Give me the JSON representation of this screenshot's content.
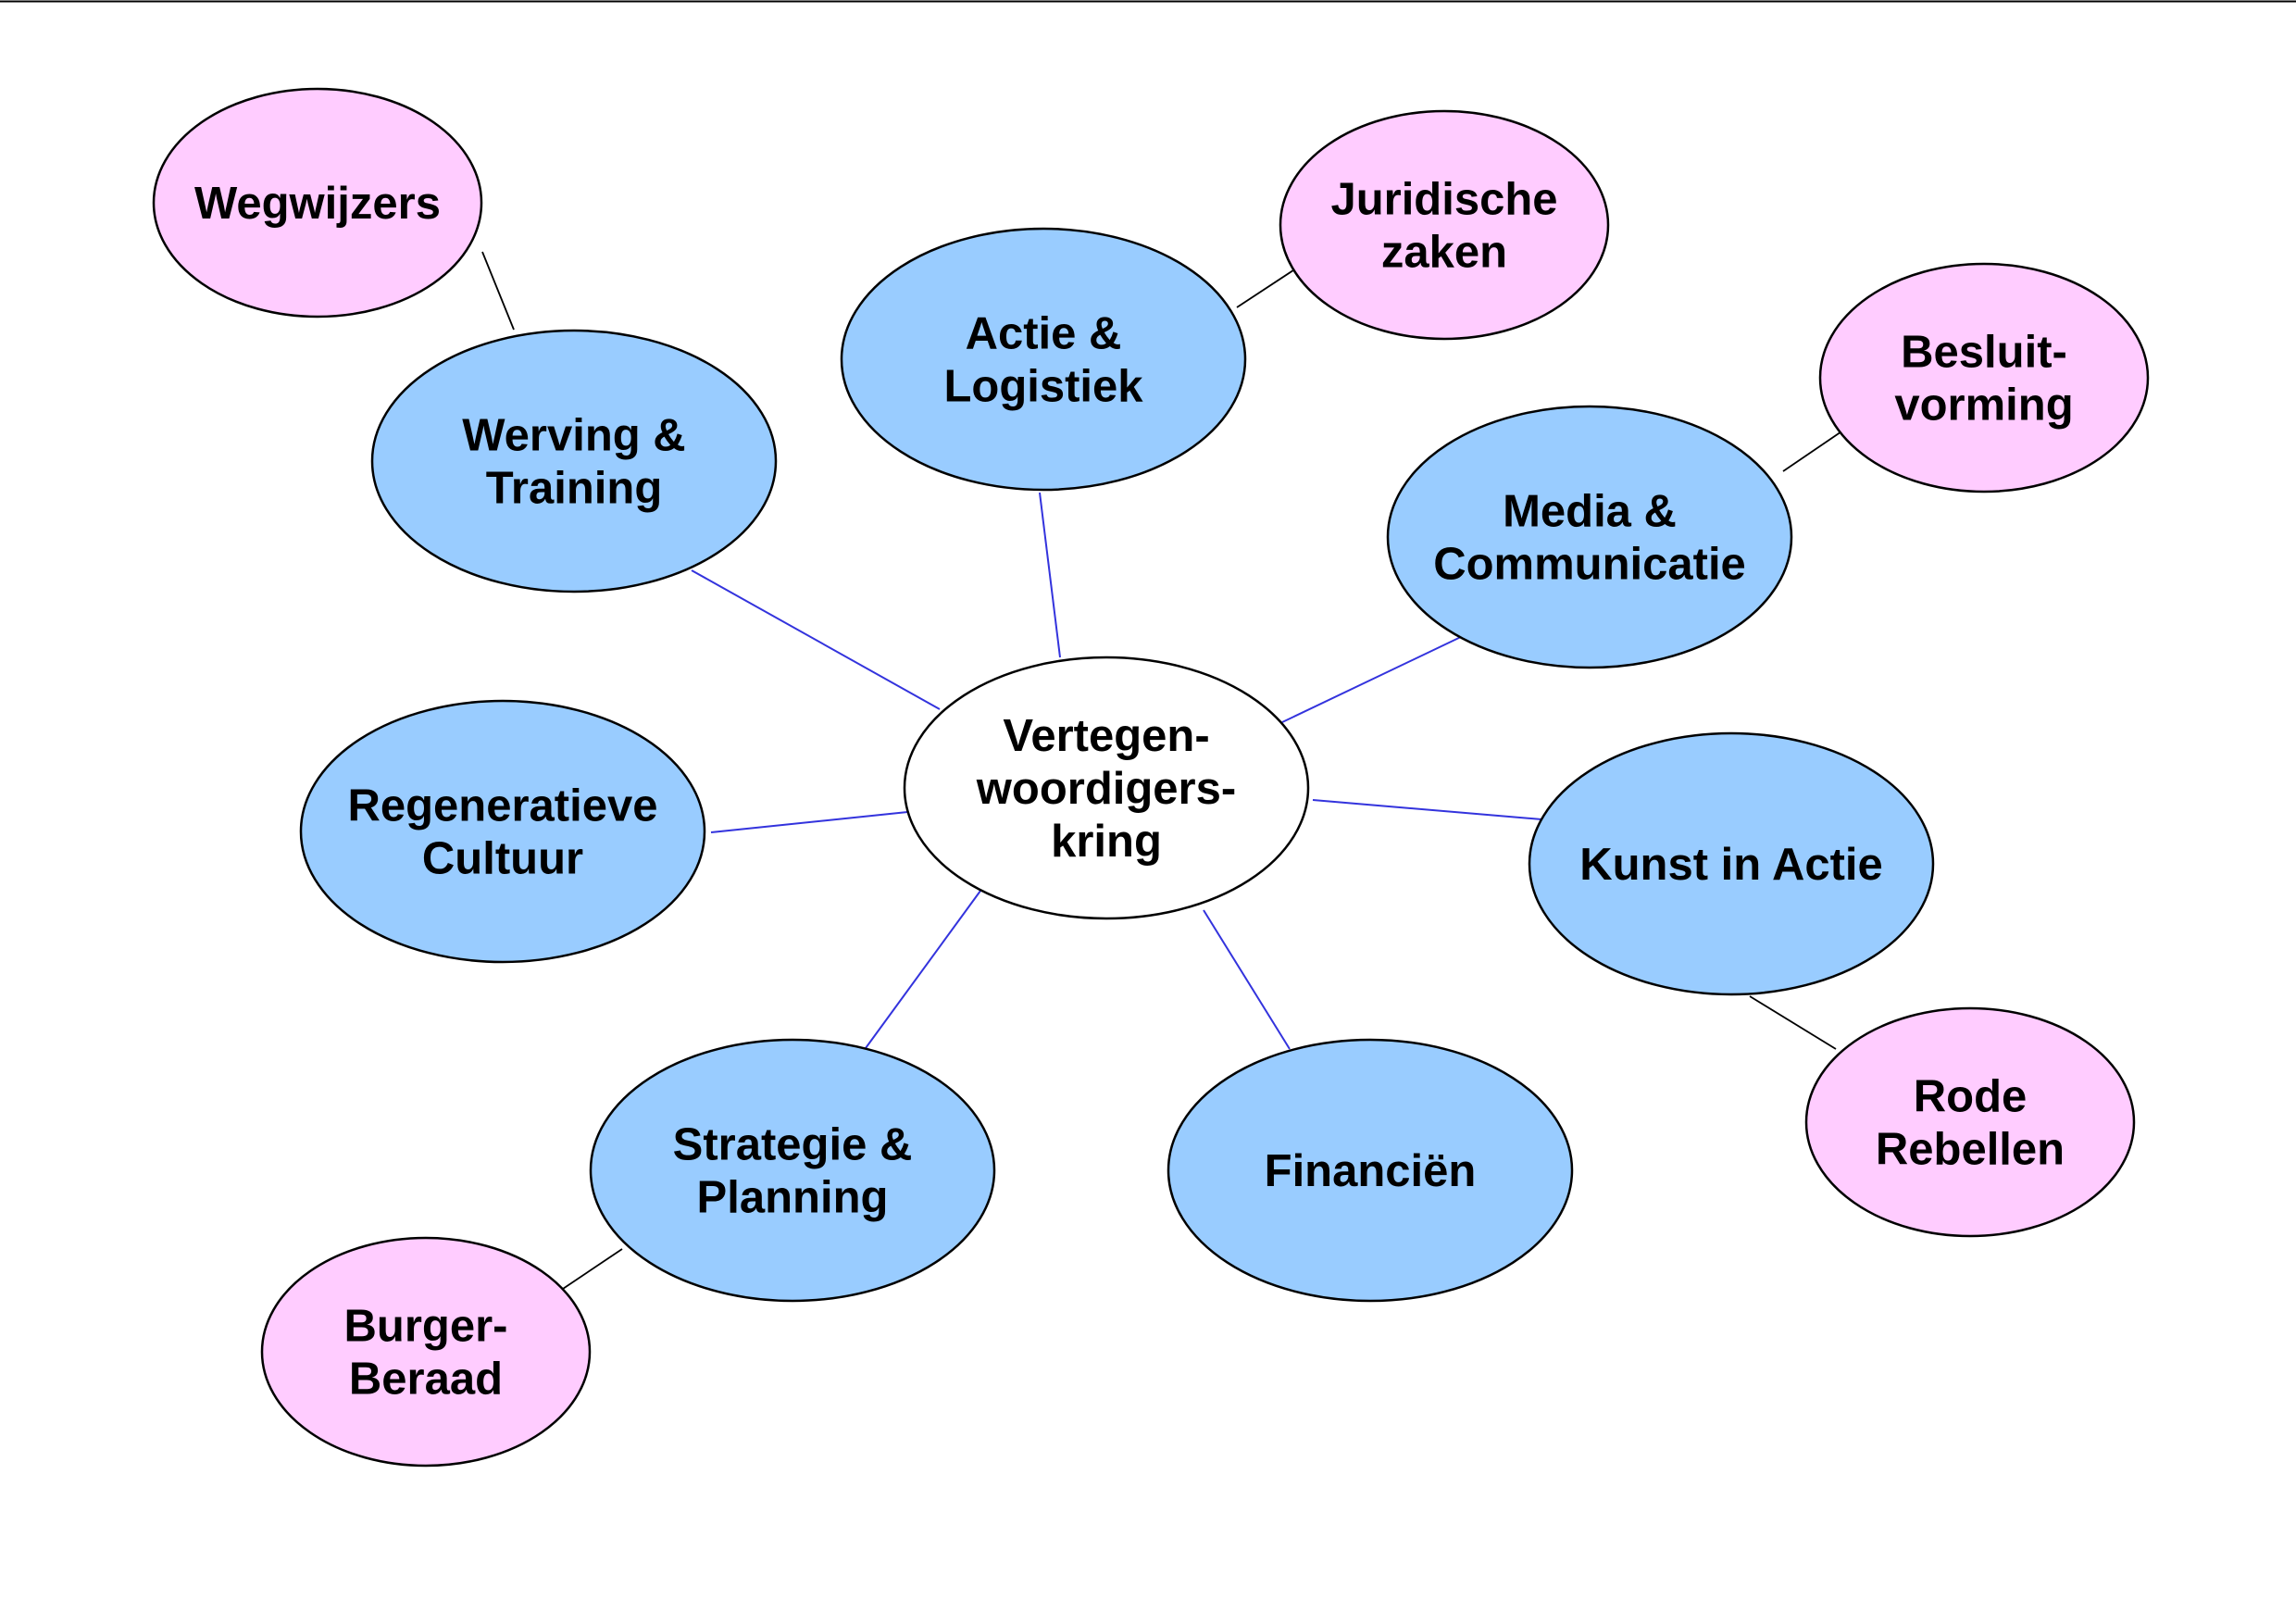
{
  "colors": {
    "background": "#ffffff",
    "core_fill": "#ffffff",
    "core_stroke": "#3333cc",
    "primary_fill": "#99ccff",
    "secondary_fill": "#ffccff",
    "node_stroke": "#000000",
    "primary_link": "#3333dd",
    "secondary_link": "#000000",
    "text": "#000000"
  },
  "nodes": [
    {
      "id": "center",
      "kind": "core",
      "lines": [
        "Vertegen-",
        "woordigers-",
        "kring"
      ]
    },
    {
      "id": "werving",
      "kind": "primary",
      "lines": [
        "Werving &",
        "Training"
      ]
    },
    {
      "id": "actie",
      "kind": "primary",
      "lines": [
        "Actie &",
        "Logistiek"
      ]
    },
    {
      "id": "media",
      "kind": "primary",
      "lines": [
        "Media &",
        "Communicatie"
      ]
    },
    {
      "id": "regeneratieve",
      "kind": "primary",
      "lines": [
        "Regeneratieve",
        "Cultuur"
      ]
    },
    {
      "id": "kunst",
      "kind": "primary",
      "lines": [
        "Kunst in Actie"
      ]
    },
    {
      "id": "strategie",
      "kind": "primary",
      "lines": [
        "Strategie &",
        "Planning"
      ]
    },
    {
      "id": "financien",
      "kind": "primary",
      "lines": [
        "Financiën"
      ]
    },
    {
      "id": "wegwijzers",
      "kind": "secondary",
      "lines": [
        "Wegwijzers"
      ]
    },
    {
      "id": "juridische",
      "kind": "secondary",
      "lines": [
        "Juridische",
        "zaken"
      ]
    },
    {
      "id": "besluit",
      "kind": "secondary",
      "lines": [
        "Besluit-",
        "vorming"
      ]
    },
    {
      "id": "rode",
      "kind": "secondary",
      "lines": [
        "Rode",
        "Rebellen"
      ]
    },
    {
      "id": "burger",
      "kind": "secondary",
      "lines": [
        "Burger-",
        "Beraad"
      ]
    }
  ],
  "edges": [
    {
      "from": "center",
      "to": "werving",
      "kind": "primary"
    },
    {
      "from": "center",
      "to": "actie",
      "kind": "primary"
    },
    {
      "from": "center",
      "to": "media",
      "kind": "primary"
    },
    {
      "from": "center",
      "to": "regeneratieve",
      "kind": "primary"
    },
    {
      "from": "center",
      "to": "kunst",
      "kind": "primary"
    },
    {
      "from": "center",
      "to": "strategie",
      "kind": "primary"
    },
    {
      "from": "center",
      "to": "financien",
      "kind": "primary"
    },
    {
      "from": "werving",
      "to": "wegwijzers",
      "kind": "secondary"
    },
    {
      "from": "actie",
      "to": "juridische",
      "kind": "secondary"
    },
    {
      "from": "media",
      "to": "besluit",
      "kind": "secondary"
    },
    {
      "from": "kunst",
      "to": "rode",
      "kind": "secondary"
    },
    {
      "from": "strategie",
      "to": "burger",
      "kind": "secondary"
    }
  ]
}
